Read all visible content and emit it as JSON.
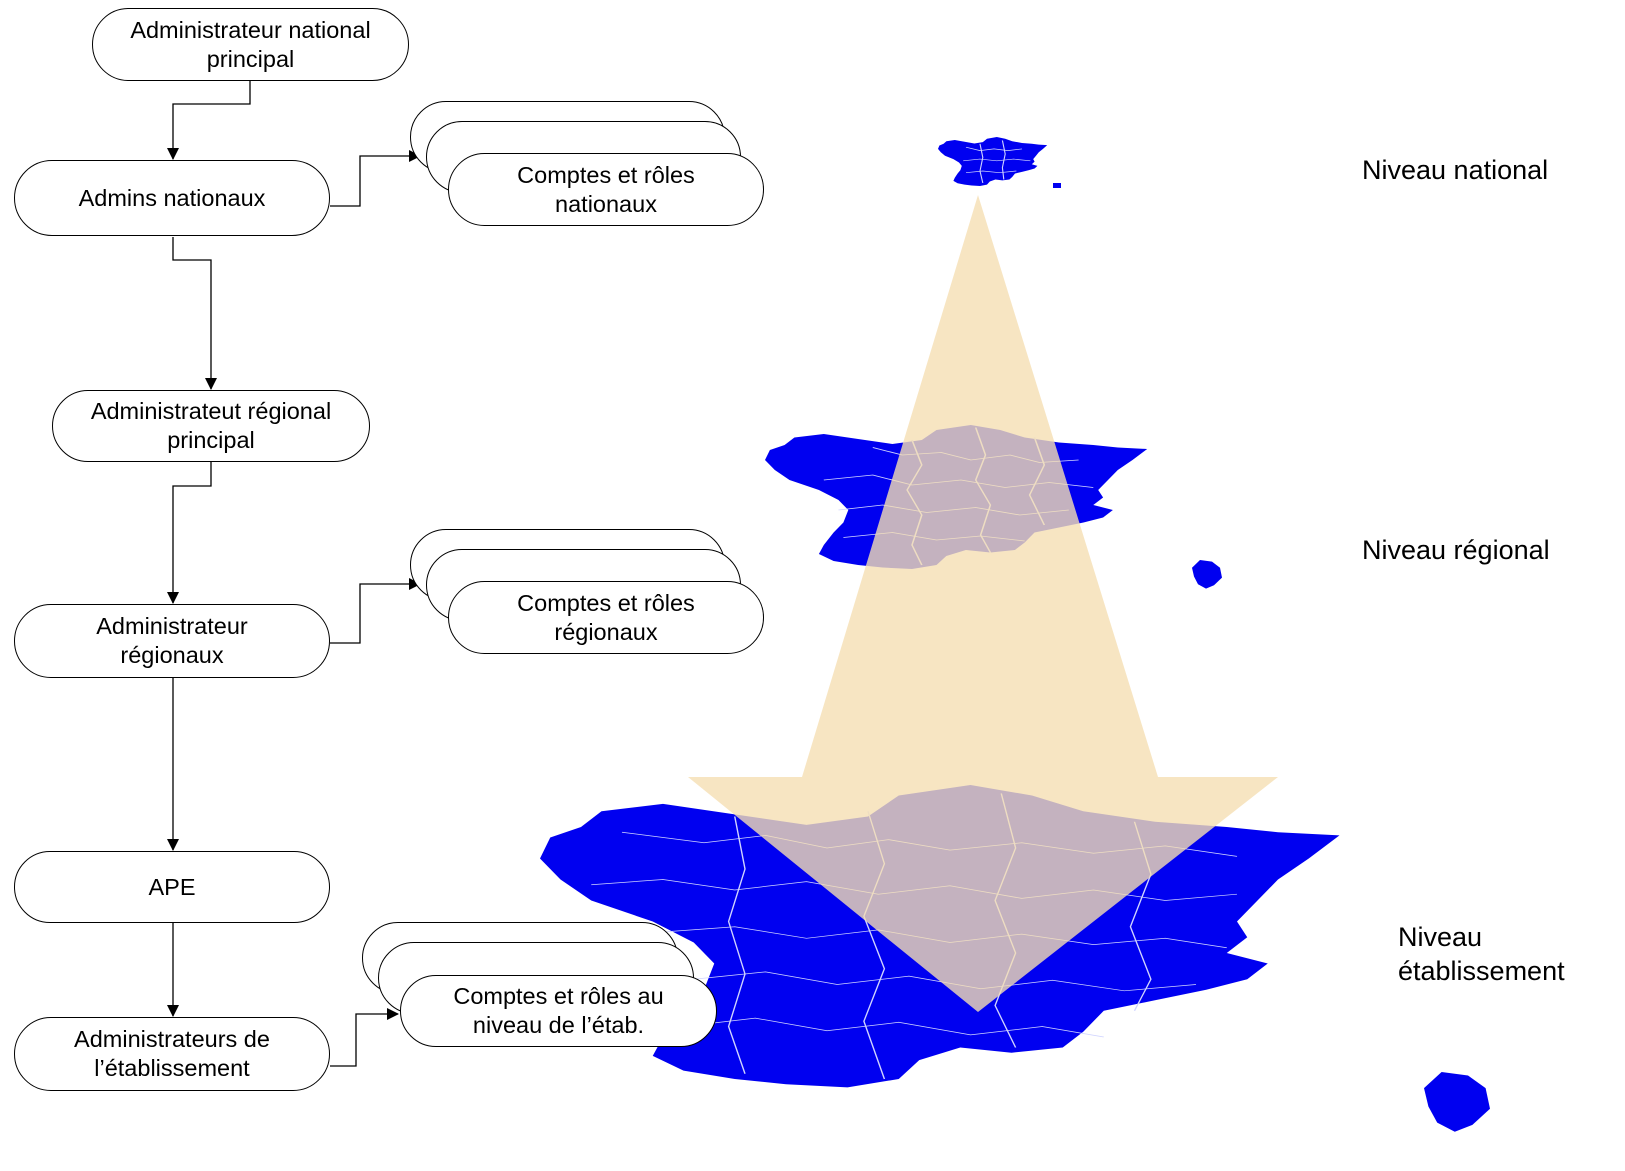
{
  "nodes": {
    "admin_national_principal": "Administrateur national\nprincipal",
    "admins_nationaux": "Admins nationaux",
    "admin_regional_principal": "Administrateut régional\nprincipal",
    "administrateur_regionaux": "Administrateur\nrégionaux",
    "ape": "APE",
    "administrateurs_etablissement": "Administrateurs de\nl’établissement"
  },
  "documents": {
    "comptes_nationaux": "Comptes et rôles\nnationaux",
    "comptes_regionaux": "Comptes et rôles\nrégionaux",
    "comptes_etablissement": "Comptes et rôles au\nniveau de l’étab."
  },
  "levels": {
    "national": "Niveau national",
    "regional": "Niveau régional",
    "etablissement": "Niveau\nétablissement"
  },
  "colors": {
    "map_fill": "#0000f0",
    "region_border": "#d0d4ff",
    "arrow_fill": "#f5deb3",
    "line": "#000000"
  }
}
